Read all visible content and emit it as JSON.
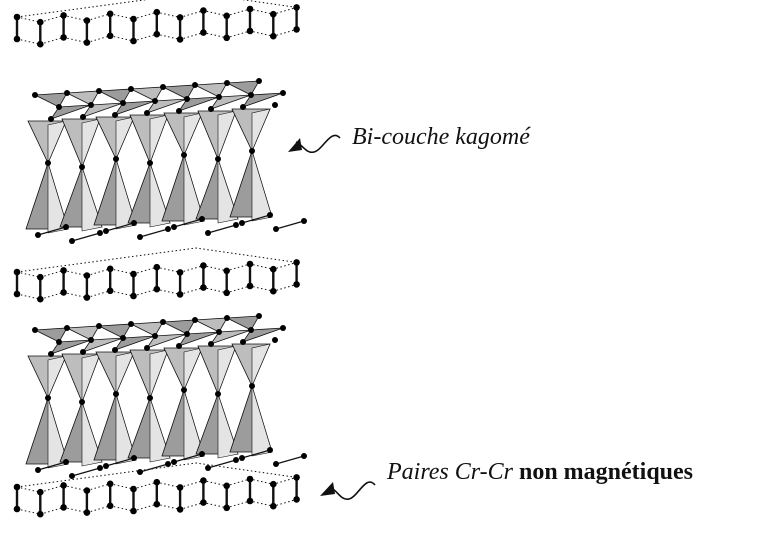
{
  "labels": {
    "kagome_bilayer": "Bi-couche kagomé",
    "pairs_italic": "Paires Cr-Cr",
    "pairs_bold": "non magnétiques"
  },
  "colors": {
    "background": "#ffffff",
    "ink": "#111111",
    "tetra_dark": "#9c9c9c",
    "tetra_mid": "#bdbdbd",
    "tetra_light": "#e4e4e4",
    "atom": "#000000"
  },
  "icons": [
    "wavy-arrow-icon"
  ],
  "structure": {
    "dimer_layers": 3,
    "kagome_bilayers": 2,
    "dimers_per_layer": 13
  }
}
